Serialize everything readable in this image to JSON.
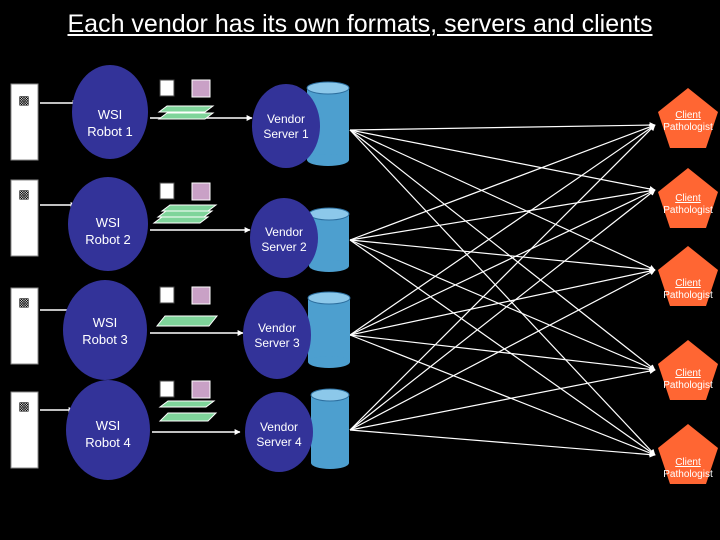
{
  "title": "Each vendor has its own formats, servers and clients",
  "colors": {
    "node_fill": "#333399",
    "cylinder_fill": "#4d9fcf",
    "client_fill": "#ff6633",
    "line": "#ffffff",
    "background": "#000000"
  },
  "robots": [
    {
      "line1": "WSI",
      "line2": "Robot 1"
    },
    {
      "line1": "WSI",
      "line2": "Robot 2"
    },
    {
      "line1": "WSI",
      "line2": "Robot 3"
    },
    {
      "line1": "WSI",
      "line2": "Robot 4"
    }
  ],
  "servers": [
    {
      "line1": "Vendor",
      "line2": "Server 1"
    },
    {
      "line1": "Vendor",
      "line2": "Server 2"
    },
    {
      "line1": "Vendor",
      "line2": "Server 3"
    },
    {
      "line1": "Vendor",
      "line2": "Server 4"
    }
  ],
  "clients": [
    {
      "line1": "Client",
      "line2": "Pathologist"
    },
    {
      "line1": "Client",
      "line2": "Pathologist"
    },
    {
      "line1": "Client",
      "line2": "Pathologist"
    },
    {
      "line1": "Client",
      "line2": "Pathologist"
    },
    {
      "line1": "Client",
      "line2": "Pathologist"
    }
  ]
}
